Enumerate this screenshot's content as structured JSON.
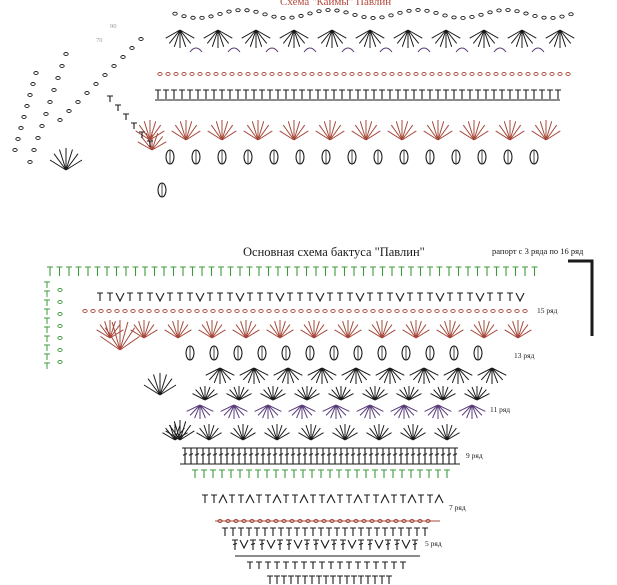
{
  "top_chart": {
    "title_fragment": "Схема \"Каймы\" Павлин",
    "side_marks": [
      "90",
      "70"
    ]
  },
  "main_chart": {
    "title": "Основная схема бактуса \"Павлин\"",
    "rapport_note": "рапорт с 3 ряда по 16 ряд",
    "row_labels": [
      "15 ряд",
      "13 ряд",
      "11 ряд",
      "9 ряд",
      "7 ряд",
      "5 ряд"
    ]
  },
  "colors": {
    "black": "#1a1a1a",
    "red_brown": "#a6483a",
    "green": "#3c9a3a",
    "purple": "#5a3d7a"
  }
}
